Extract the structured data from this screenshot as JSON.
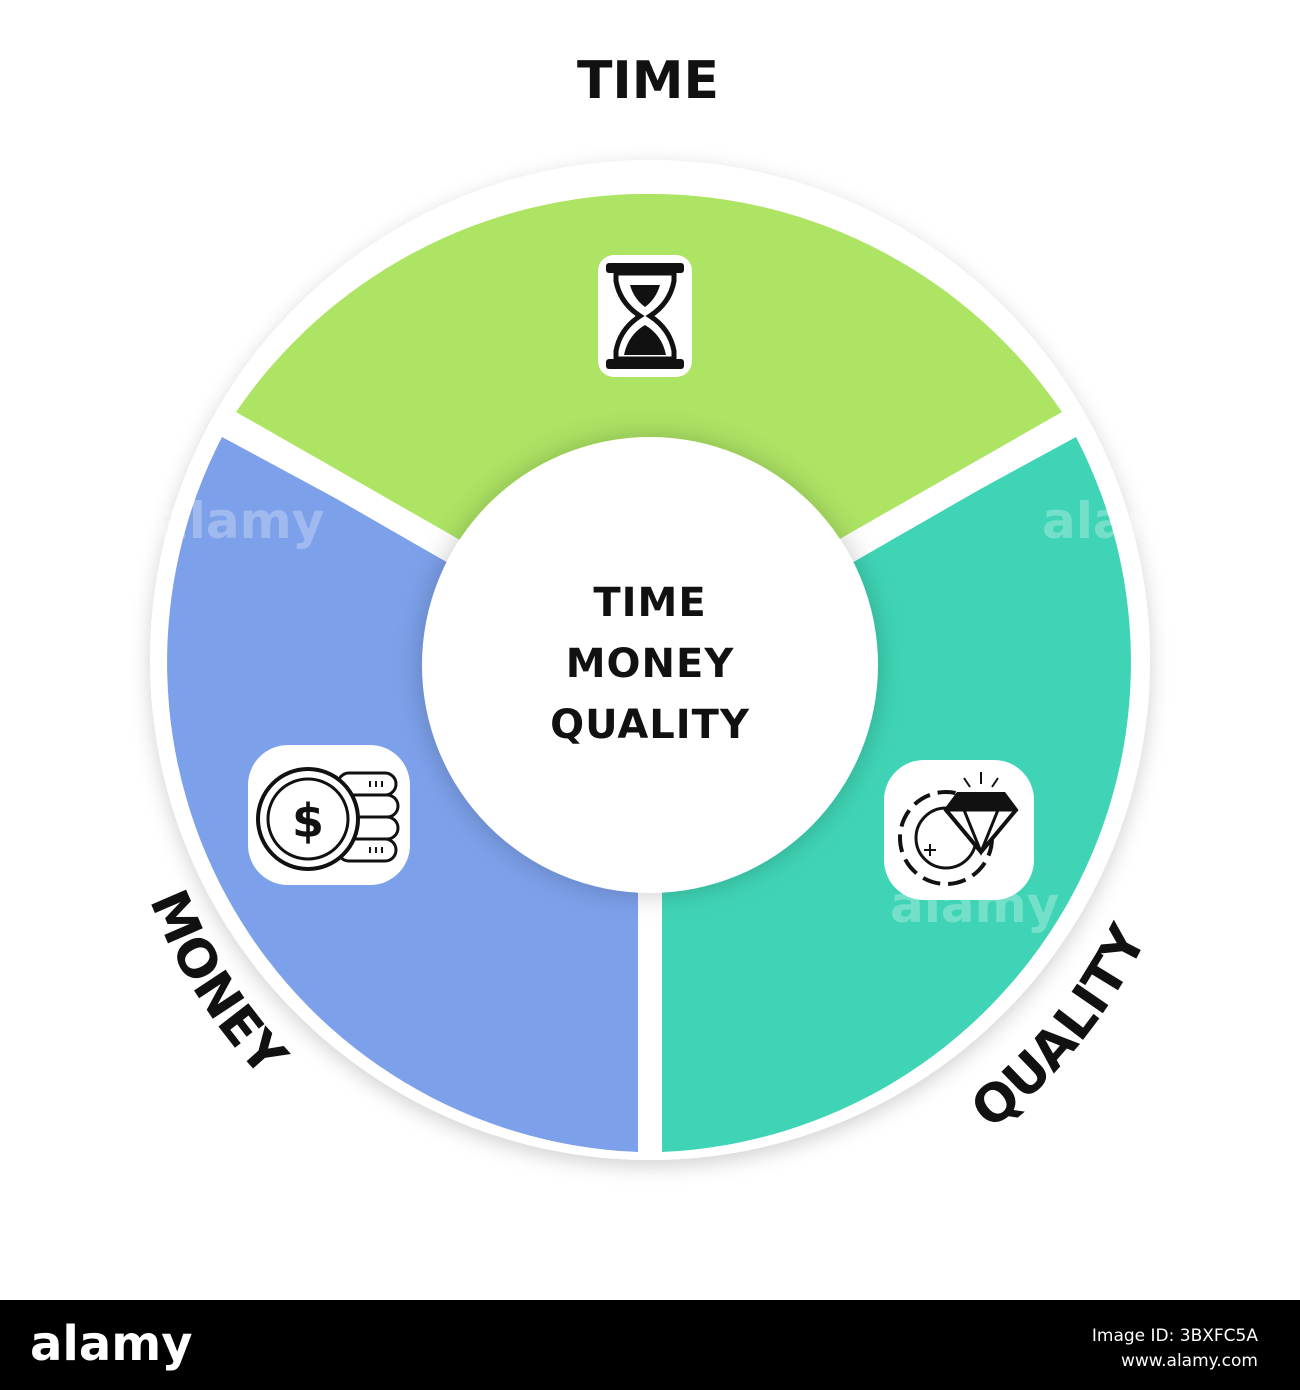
{
  "labels": {
    "time": "TIME",
    "money": "MONEY",
    "quality": "QUALITY"
  },
  "center": {
    "line1": "TIME",
    "line2": "MONEY",
    "line3": "QUALITY"
  },
  "colors": {
    "time": "#ade464",
    "money": "#7ca0ea",
    "quality": "#3fd4b5",
    "ring": "#ffffff",
    "text": "#111111"
  },
  "icons": {
    "time": "hourglass-icon",
    "money": "dollar-coins-icon",
    "quality": "gear-diamond-icon"
  },
  "watermark": {
    "text": "alamy"
  },
  "footer": {
    "logo": "alamy",
    "image_id": "Image ID: 3BXFC5A",
    "site": "www.alamy.com"
  }
}
